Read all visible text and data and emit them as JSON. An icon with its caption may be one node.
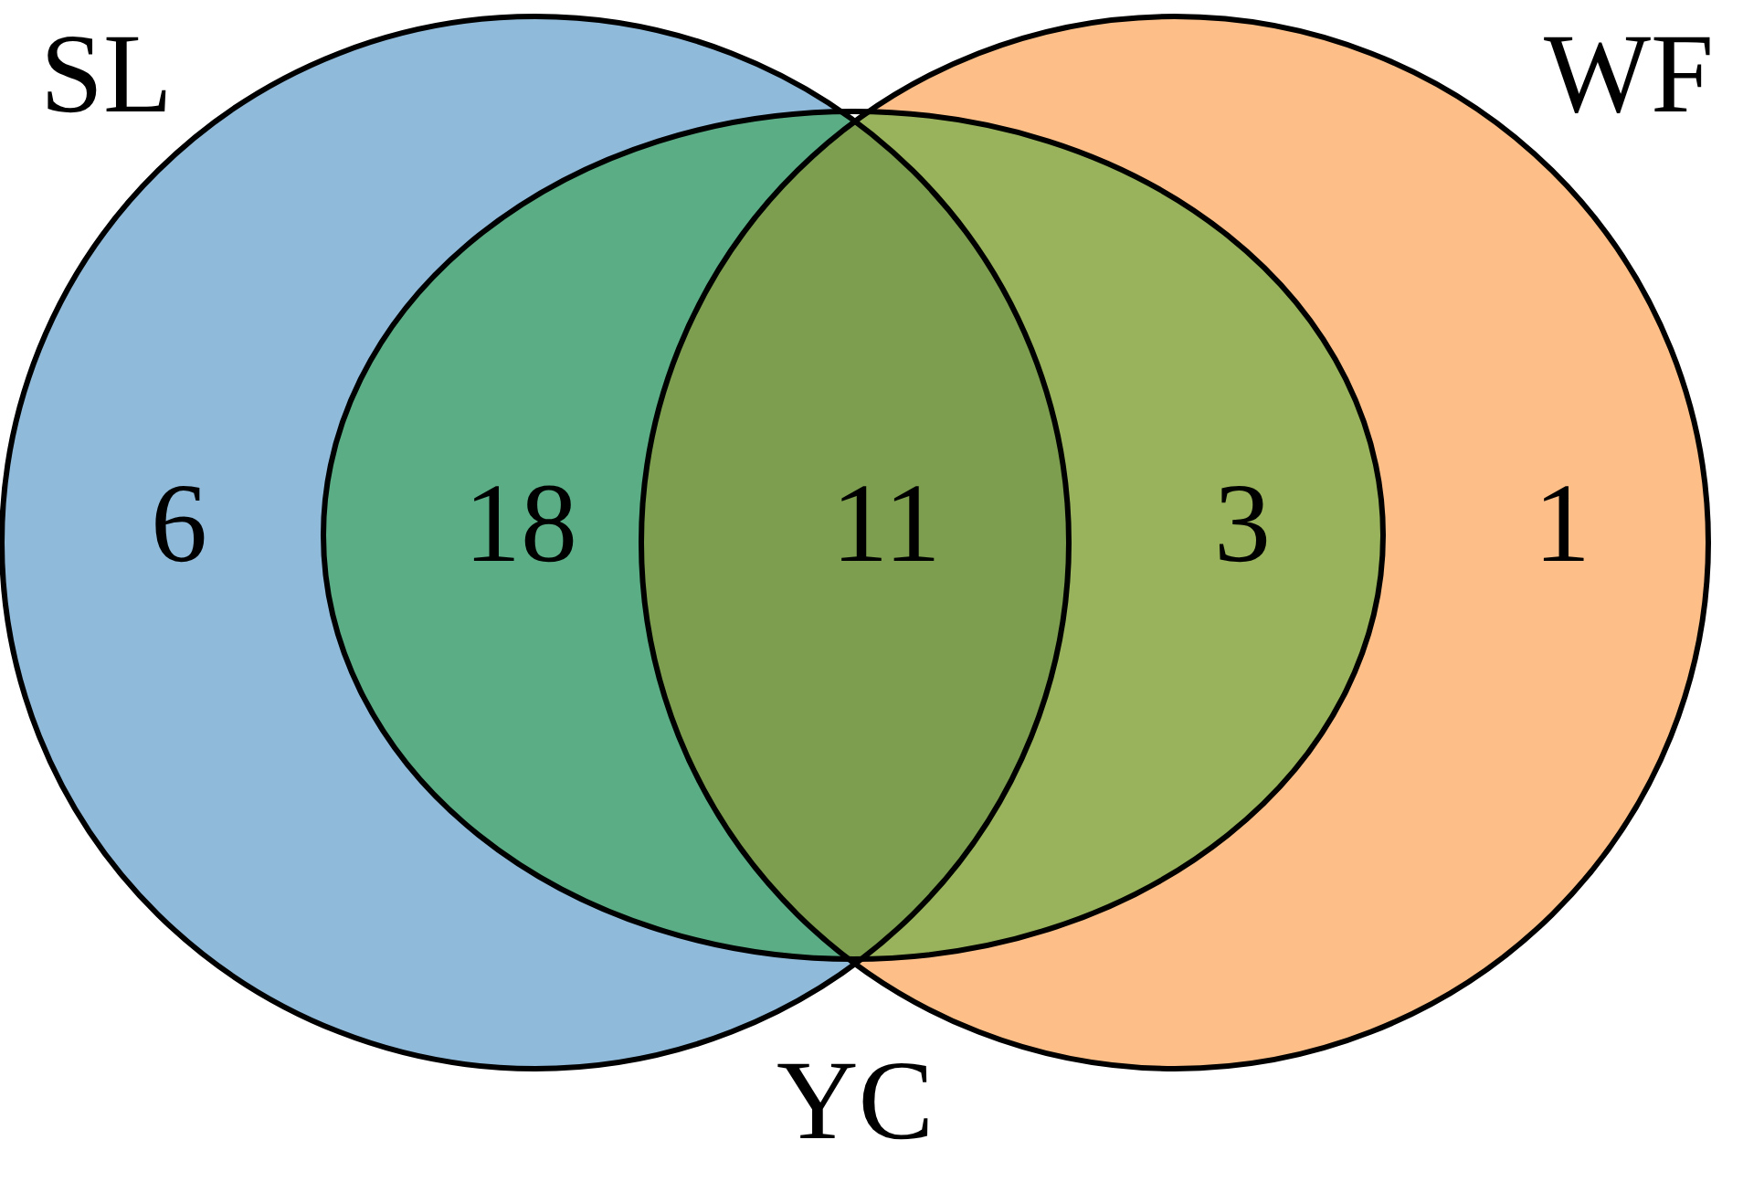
{
  "diagram": {
    "nodes": [
      {
        "text": [
          "SL"
        ]
      },
      {
        "text": [
          "WF"
        ]
      },
      {
        "text": [
          "YC"
        ]
      }
    ],
    "labels": [
      "6",
      "18",
      "11",
      "3",
      "1"
    ]
  }
}
